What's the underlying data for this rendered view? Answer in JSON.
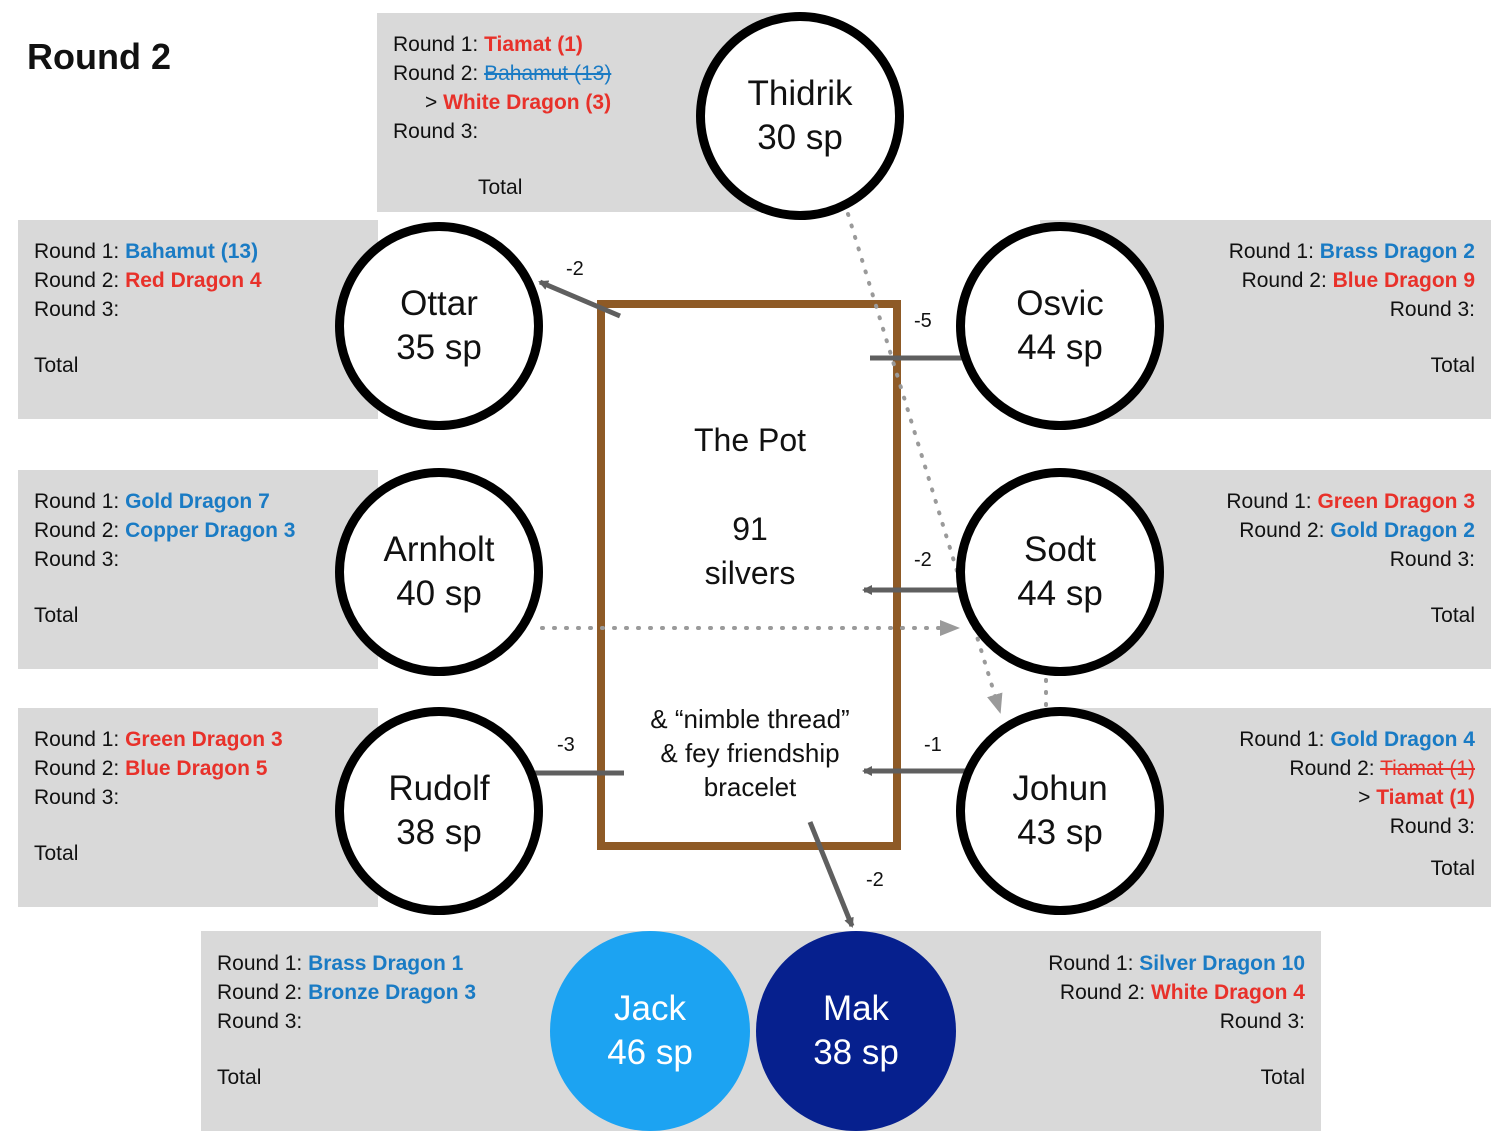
{
  "title": "Round 2",
  "pot": {
    "label": "The Pot",
    "amount": "91",
    "unit": "silvers",
    "prize_line1": "& “nimble thread”",
    "prize_line2": "& fey friendship",
    "prize_line3": "bracelet"
  },
  "round_labels": {
    "r1": "Round 1: ",
    "r2": "Round 2: ",
    "r3": "Round 3:",
    "total": "Total"
  },
  "players": {
    "thidrik": {
      "name": "Thidrik",
      "silver": "30 sp",
      "r1": "Tiamat (1)",
      "r2_old": "Bahamut (13)",
      "r2_mark": "> ",
      "r2_new": "White Dragon (3)"
    },
    "ottar": {
      "name": "Ottar",
      "silver": "35 sp",
      "r1": "Bahamut (13)",
      "r2": "Red Dragon 4"
    },
    "osvic": {
      "name": "Osvic",
      "silver": "44 sp",
      "r1": "Brass Dragon 2",
      "r2": "Blue Dragon 9"
    },
    "arnholt": {
      "name": "Arnholt",
      "silver": "40 sp",
      "r1": "Gold Dragon 7",
      "r2": "Copper Dragon 3"
    },
    "sodt": {
      "name": "Sodt",
      "silver": "44 sp",
      "r1": "Green Dragon 3",
      "r2": "Gold Dragon 2"
    },
    "rudolf": {
      "name": "Rudolf",
      "silver": "38 sp",
      "r1": "Green Dragon 3",
      "r2": "Blue Dragon 5"
    },
    "johun": {
      "name": "Johun",
      "silver": "43 sp",
      "r1": "Gold Dragon 4",
      "r2_old": "Tiamat (1)",
      "r2_mark": "> ",
      "r2_new": "Tiamat (1)"
    },
    "jack": {
      "name": "Jack",
      "silver": "46 sp",
      "r1": "Brass Dragon 1",
      "r2": "Bronze Dragon 3"
    },
    "mak": {
      "name": "Mak",
      "silver": "38 sp",
      "r1": "Silver Dragon 10",
      "r2": "White Dragon 4"
    }
  },
  "transfers": {
    "ottar": "-2",
    "osvic": "-5",
    "sodt": "-2",
    "rudolf": "-3",
    "johun": "-1",
    "mak": "-2"
  },
  "colors": {
    "good_dragon": "#1a7bc4",
    "evil_dragon": "#e8312a",
    "panel": "#d9d9d9",
    "pot_border": "#8e5a26",
    "arrow": "#5f5f5f",
    "dotted_arrow": "#9a9a9a",
    "jack_fill": "#1ca3f2",
    "mak_fill": "#06208e"
  },
  "icons": {
    "paid_arrow": "solid-arrow-icon",
    "link_arrow": "dotted-arrow-icon"
  }
}
